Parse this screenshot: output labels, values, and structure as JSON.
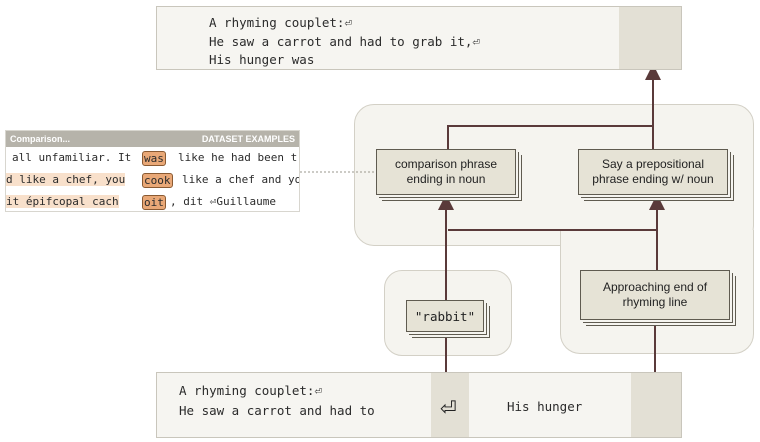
{
  "output_prompt": {
    "lines": [
      "A rhyming couplet:⏎",
      "He saw a carrot and had to grab it,⏎",
      "His hunger was"
    ]
  },
  "input_prompt": {
    "lines": [
      "A rhyming couplet:⏎",
      "He saw a carrot and had to"
    ],
    "return_token": "⏎",
    "last_token": "His hunger"
  },
  "nodes": {
    "comparison": "comparison phrase ending in noun",
    "prepositional": "Say a prepositional phrase ending w/ noun",
    "rabbit": "\"rabbit\"",
    "approaching": "Approaching end of rhyming line"
  },
  "dataset_panel": {
    "feature_label": "Comparison...",
    "header": "DATASET EXAMPLES",
    "rows": [
      {
        "segments": [
          {
            "text": "all unfamiliar. It",
            "hl": "none"
          },
          {
            "text": "was",
            "hl": "strong"
          },
          {
            "text": "like he had been t",
            "hl": "none"
          }
        ]
      },
      {
        "segments": [
          {
            "text": "d like a chef, you",
            "hl": "weak"
          },
          {
            "text": "cook",
            "hl": "strong"
          },
          {
            "text": "like a chef and yo",
            "hl": "none"
          }
        ]
      },
      {
        "segments": [
          {
            "text": "it  épifcopal  cach",
            "hl": "weak"
          },
          {
            "text": "oit",
            "hl": "strong"
          },
          {
            "text": ",  dit ⏎Guillaume",
            "hl": "none"
          }
        ]
      }
    ]
  },
  "colors": {
    "edge": "#5a3a3a",
    "node_fill": "#e6e3d6",
    "highlight_strong": "#e9a877",
    "highlight_weak": "#f8e0cb"
  }
}
